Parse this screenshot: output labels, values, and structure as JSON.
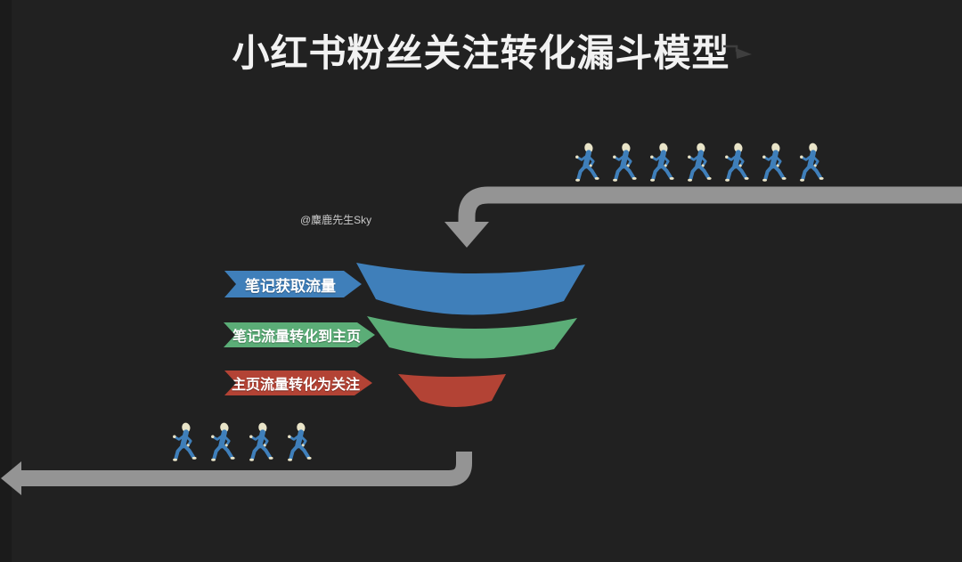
{
  "title": {
    "text": "小红书粉丝关注转化漏斗模型"
  },
  "watermark": {
    "text": "@麋鹿先生Sky"
  },
  "funnel": {
    "stages": [
      {
        "label": "笔记获取流量",
        "color": "#3f7fba"
      },
      {
        "label": "笔记流量转化到主页",
        "color": "#5bad77"
      },
      {
        "label": "主页流量转化为关注",
        "color": "#b34335"
      }
    ]
  },
  "people": {
    "icon": "walking-person-icon",
    "top_row_count": 7,
    "bottom_row_count": 4
  },
  "colors": {
    "background": "#212121",
    "background_edge": "#1b1b1b",
    "title_text": "#f2f2f2",
    "watermark_text": "#c9c9c9",
    "arrow_gray": "#949494",
    "person_body": "#3f7fba",
    "person_skin": "#e9e4c8",
    "cursor_gray": "#3e3e3e"
  }
}
